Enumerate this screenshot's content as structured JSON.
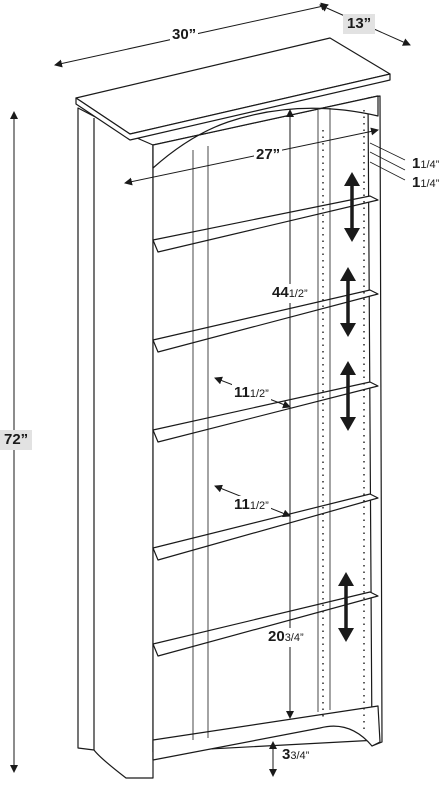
{
  "dimensions": {
    "width": "30”",
    "depth": "13”",
    "height": "72”",
    "inner_width": "27”",
    "center_height_whole": "44",
    "center_height_frac": "1/2”",
    "shelf_gap_1_whole": "11",
    "shelf_gap_1_frac": "1/2”",
    "shelf_gap_2_whole": "11",
    "shelf_gap_2_frac": "1/2”",
    "bottom_height_whole": "20",
    "bottom_height_frac": "3/4”",
    "base_height_whole": "3",
    "base_height_frac": "3/4”",
    "hole_spacing_1_whole": "1",
    "hole_spacing_1_frac": "1/4”",
    "hole_spacing_2_whole": "1",
    "hole_spacing_2_frac": "1/4”"
  }
}
